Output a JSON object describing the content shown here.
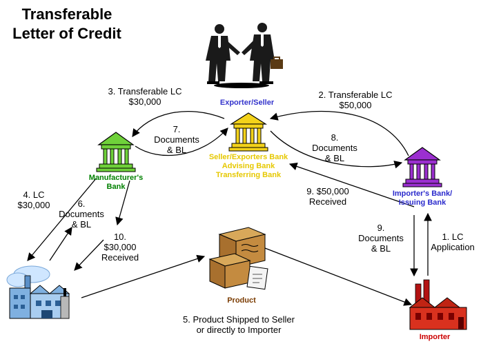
{
  "title": {
    "line1": "Transferable",
    "line2": "Letter of Credit"
  },
  "nodes": {
    "exporter": "Exporter/Seller",
    "advising_bank": [
      "Seller/Exporters Bank",
      "Advising Bank",
      "Transferring Bank"
    ],
    "manufacturer_bank": [
      "Manufacturer's",
      "Bank"
    ],
    "importer_bank": [
      "Importer's Bank/",
      "Issuing Bank"
    ],
    "product": "Product",
    "importer": "Importer"
  },
  "steps": {
    "s1": [
      "1. LC",
      "Application"
    ],
    "s2": [
      "2. Transferable LC",
      "$50,000"
    ],
    "s3": [
      "3. Transferable LC",
      "$30,000"
    ],
    "s4": [
      "4. LC",
      "$30,000"
    ],
    "s5": [
      "5. Product Shipped to Seller",
      "or directly to Importer"
    ],
    "s6": [
      "6.",
      "Documents",
      "& BL"
    ],
    "s7": [
      "7.",
      "Documents",
      "& BL"
    ],
    "s8": [
      "8.",
      "Documents",
      "& BL"
    ],
    "s9a": [
      "9. $50,000",
      "Received"
    ],
    "s9b": [
      "9.",
      "Documents",
      "& BL"
    ],
    "s10": [
      "10.",
      "$30,000",
      "Received"
    ]
  },
  "colors": {
    "exporter_label": "#3333cc",
    "advising_bank_label": "#e6c800",
    "manufacturer_bank_label": "#008000",
    "importer_bank_label": "#2a2acc",
    "importer_label": "#cc0000",
    "product_label": "#7a3b00",
    "arrow": "#000000"
  }
}
